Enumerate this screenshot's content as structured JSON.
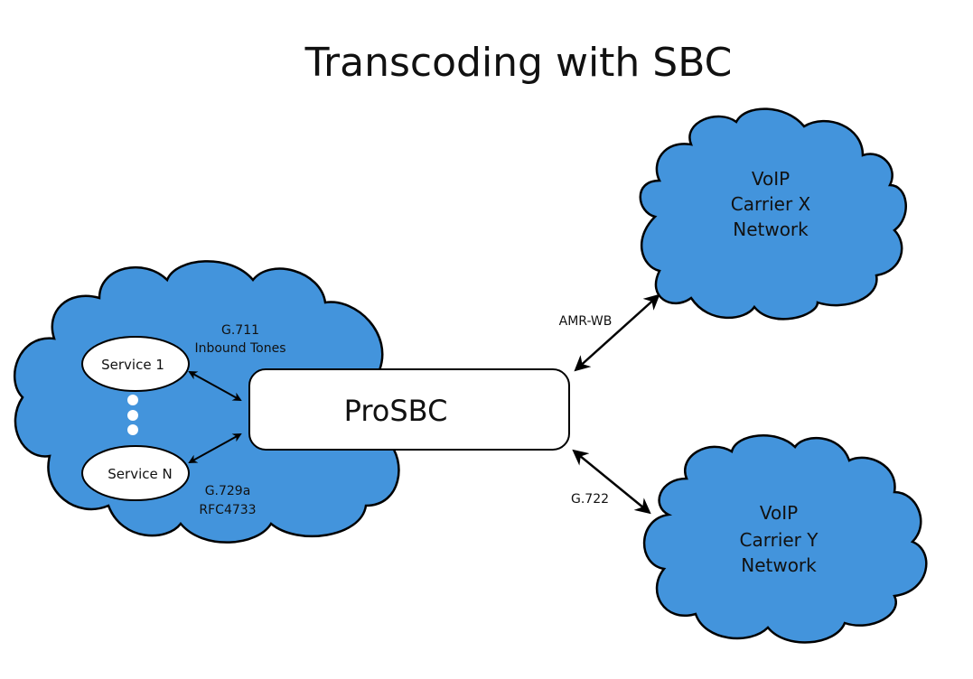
{
  "title": "Transcoding with SBC",
  "colors": {
    "cloud_fill": "#4394dc",
    "stroke": "#000000",
    "box_fill": "#ffffff"
  },
  "sbc": {
    "label": "ProSBC"
  },
  "service_cloud": {
    "services": [
      "Service 1",
      "Service N"
    ],
    "top_codec": [
      "G.711",
      "Inbound Tones"
    ],
    "bottom_codec": [
      "G.729a",
      "RFC4733"
    ]
  },
  "carrier_x": {
    "lines": [
      "VoIP",
      "Carrier X",
      "Network"
    ],
    "link_label": "AMR-WB"
  },
  "carrier_y": {
    "lines": [
      "VoIP",
      "Carrier Y",
      "Network"
    ],
    "link_label": "G.722"
  }
}
